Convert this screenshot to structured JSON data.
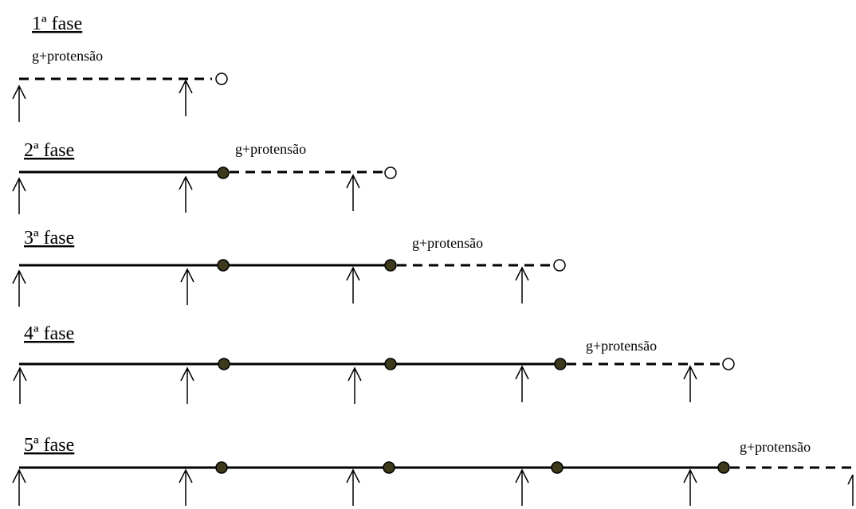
{
  "phases": [
    {
      "title": "1ª fase",
      "load_label": "g+protensão",
      "spans": 1
    },
    {
      "title": "2ª fase",
      "load_label": "g+protensão",
      "spans": 2
    },
    {
      "title": "3ª fase",
      "load_label": "g+protensão",
      "spans": 3
    },
    {
      "title": "4ª fase",
      "load_label": "g+protensão",
      "spans": 4
    },
    {
      "title": "5ª fase",
      "load_label": "g+protensão",
      "spans": 5
    }
  ],
  "colors": {
    "beam": "#000000",
    "filled_joint": "#3c3a1a",
    "open_joint": "#ffffff"
  }
}
